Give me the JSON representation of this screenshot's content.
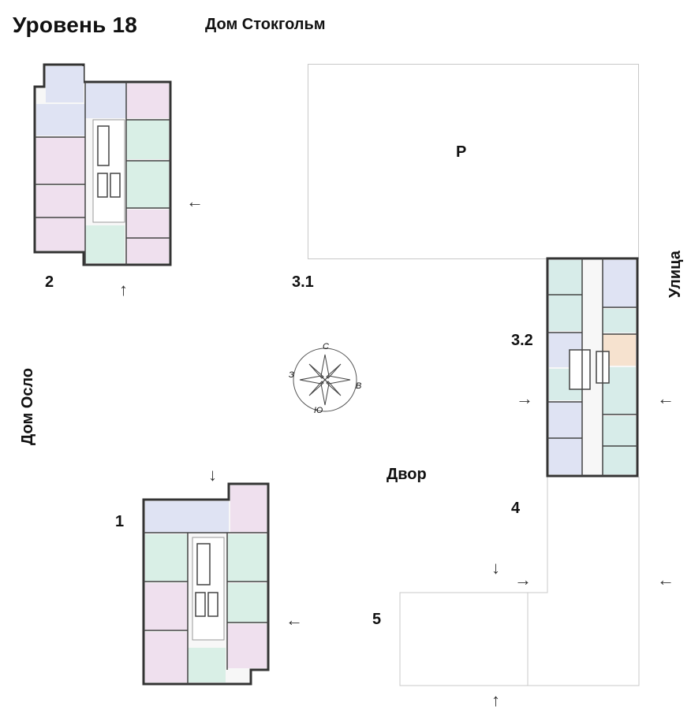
{
  "header": {
    "title": "Уровень 18"
  },
  "neighbors": {
    "north": "Дом Стокгольм",
    "west": "Дом Осло",
    "east": "Улица"
  },
  "zones": {
    "parking": "P",
    "yard": "Двор"
  },
  "buildings": [
    {
      "id": "b2",
      "label": "2"
    },
    {
      "id": "b31",
      "label": "3.1"
    },
    {
      "id": "b32",
      "label": "3.2"
    },
    {
      "id": "b4",
      "label": "4"
    },
    {
      "id": "b1",
      "label": "1"
    },
    {
      "id": "b5",
      "label": "5"
    }
  ],
  "compass": {
    "n": "С",
    "s": "Ю",
    "e": "В",
    "w": "З"
  },
  "colors": {
    "wall": "#333333",
    "green_unit": "#d9efe6",
    "pink_unit": "#efe0ee",
    "blue_unit": "#dfe3f3",
    "teal_unit": "#d7ece9",
    "orange_unit": "#f6e2cf",
    "core": "#ffffff",
    "outline": "#c8c8c8"
  },
  "icons": {
    "entrance": "entrance-arrow-icon",
    "compass": "compass-rose-icon"
  }
}
